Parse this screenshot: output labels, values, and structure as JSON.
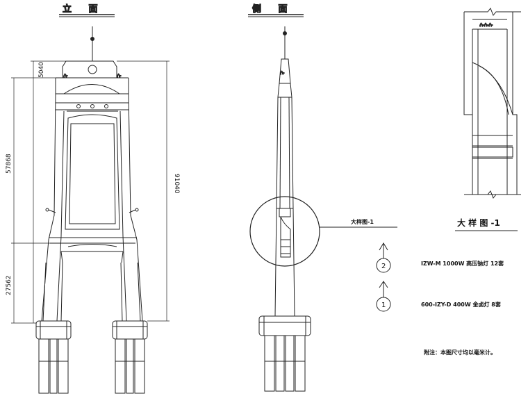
{
  "views": {
    "front_title": "立 面",
    "side_title": "侧 面",
    "detail_title": "大 样 图 -1",
    "detail_callout": "大样图-1"
  },
  "dimensions": {
    "top_height": "5040",
    "upper_height": "57868",
    "lower_height": "27562",
    "total_height": "91040"
  },
  "legend": [
    {
      "symbol": "2",
      "text": "IZW-M  1000W  高压钠灯  12套"
    },
    {
      "symbol": "1",
      "text": "600-IZY-D  400W  金卤灯  8套"
    }
  ],
  "remark": "附注：本图尺寸均以毫米计。"
}
